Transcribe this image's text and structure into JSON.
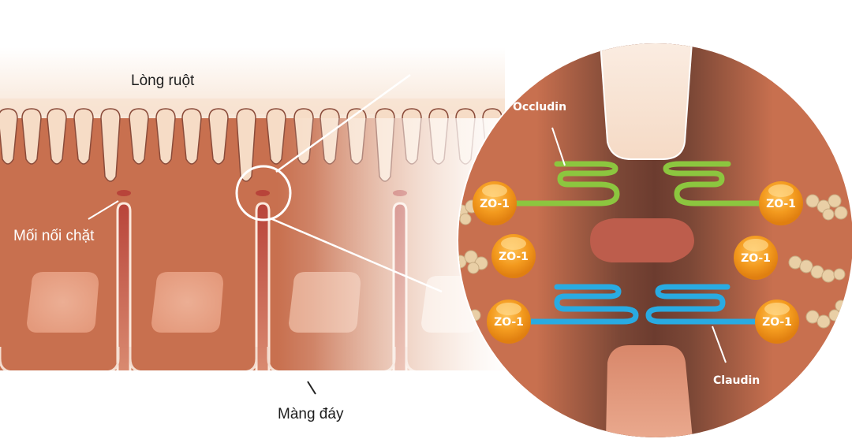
{
  "diagram": {
    "left_panel": {
      "lumen_label": "Lòng ruột",
      "tight_junction_label": "Mối nối chặt",
      "basement_membrane_label": "Màng đáy"
    },
    "zoom_panel": {
      "occludin_label": "Occludin",
      "claudin_label": "Claudin",
      "zo1_labels": [
        "ZO-1",
        "ZO-1",
        "ZO-1",
        "ZO-1",
        "ZO-1",
        "ZO-1"
      ]
    },
    "colors": {
      "cell_body": "#c8704f",
      "cell_dark": "#7a4535",
      "microvilli_gap": "#f6dcc6",
      "occludin": "#8cc63f",
      "claudin": "#29abe2",
      "zo1": "#f39a1e",
      "junction": "#b8443a"
    }
  }
}
